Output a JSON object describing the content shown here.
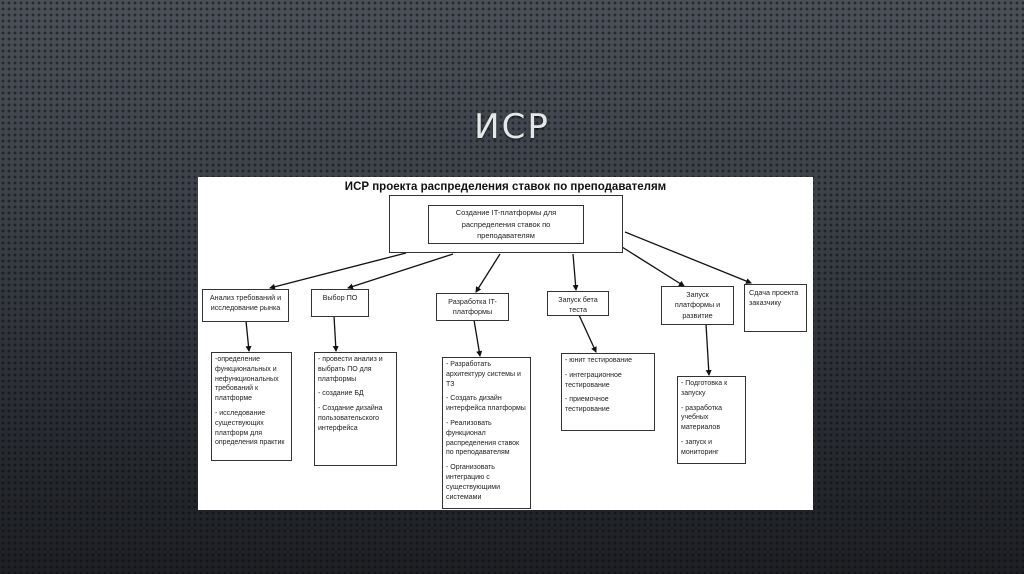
{
  "slide": {
    "title": "ИСР"
  },
  "diagram": {
    "title": "ИСР проекта распределения ставок по преподавателям",
    "root": {
      "label": "Создание IT-платформы для распределения ставок по преподавателям"
    },
    "phases": [
      {
        "label": "Анализ требований и исследование рынка",
        "tasks": [
          "-определение функциональных и нефункциональных требований к платформе",
          "- исследование существующих платформ для определения практик"
        ]
      },
      {
        "label": "Выбор ПО",
        "tasks": [
          "- провести анализ и выбрать ПО для платформы",
          "- создание БД",
          "- Создание дизайна пользовательского интерфейса"
        ]
      },
      {
        "label": "Разработка IT-платформы",
        "tasks": [
          "- Разработать архитектуру системы и ТЗ",
          "- Создать дизайн интерфейса платформы",
          "- Реализовать функционал распределения ставок по преподавателям",
          "- Организовать интеграцию с существующими системами"
        ]
      },
      {
        "label": "Запуск бета теста",
        "tasks": [
          "- юнит тестирование",
          "- интеграционное тестирование",
          "- приемочное тестирование"
        ]
      },
      {
        "label": "Запуск платформы и развитие",
        "tasks": [
          "- Подготовка к запуску",
          "- разработка учебных материалов",
          "- запуск и мониторинг"
        ]
      },
      {
        "label": "Сдача проекта заказчику",
        "tasks": []
      }
    ]
  }
}
